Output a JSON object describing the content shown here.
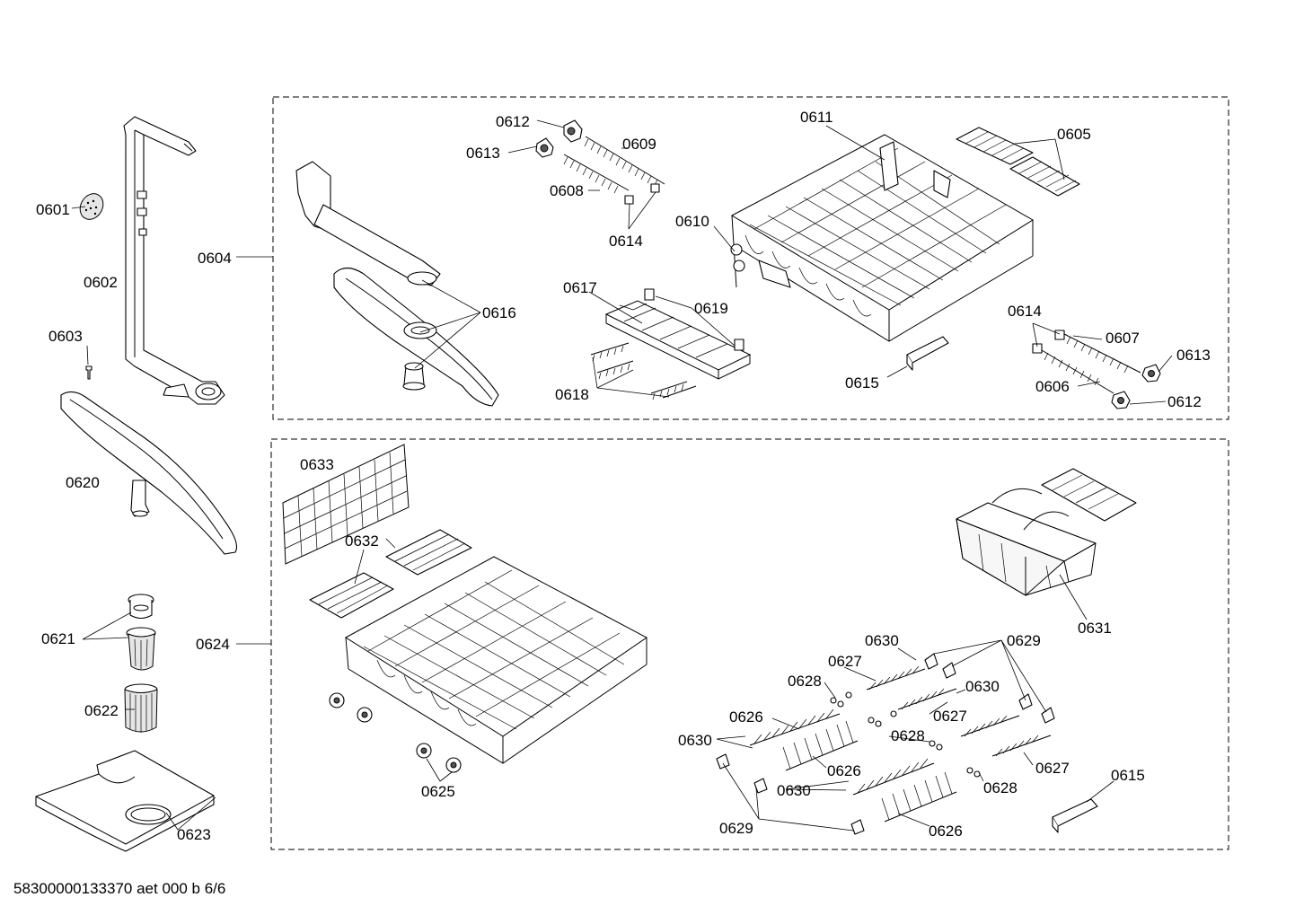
{
  "document_code": "58300000133370 aet 000 b 6/6",
  "labels": {
    "l0601": "0601",
    "l0602": "0602",
    "l0603": "0603",
    "l0604": "0604",
    "l0605": "0605",
    "l0606": "0606",
    "l0607": "0607",
    "l0608": "0608",
    "l0609": "0609",
    "l0610": "0610",
    "l0611": "0611",
    "l0612a": "0612",
    "l0612b": "0612",
    "l0613a": "0613",
    "l0613b": "0613",
    "l0614a": "0614",
    "l0614b": "0614",
    "l0615a": "0615",
    "l0615b": "0615",
    "l0616": "0616",
    "l0617": "0617",
    "l0618": "0618",
    "l0619": "0619",
    "l0620": "0620",
    "l0621": "0621",
    "l0622": "0622",
    "l0623": "0623",
    "l0624": "0624",
    "l0625": "0625",
    "l0626a": "0626",
    "l0626b": "0626",
    "l0626c": "0626",
    "l0627a": "0627",
    "l0627b": "0627",
    "l0627c": "0627",
    "l0628a": "0628",
    "l0628b": "0628",
    "l0628c": "0628",
    "l0629a": "0629",
    "l0629b": "0629",
    "l0630a": "0630",
    "l0630b": "0630",
    "l0630c": "0630",
    "l0630d": "0630",
    "l0631": "0631",
    "l0632": "0632",
    "l0633": "0633"
  }
}
